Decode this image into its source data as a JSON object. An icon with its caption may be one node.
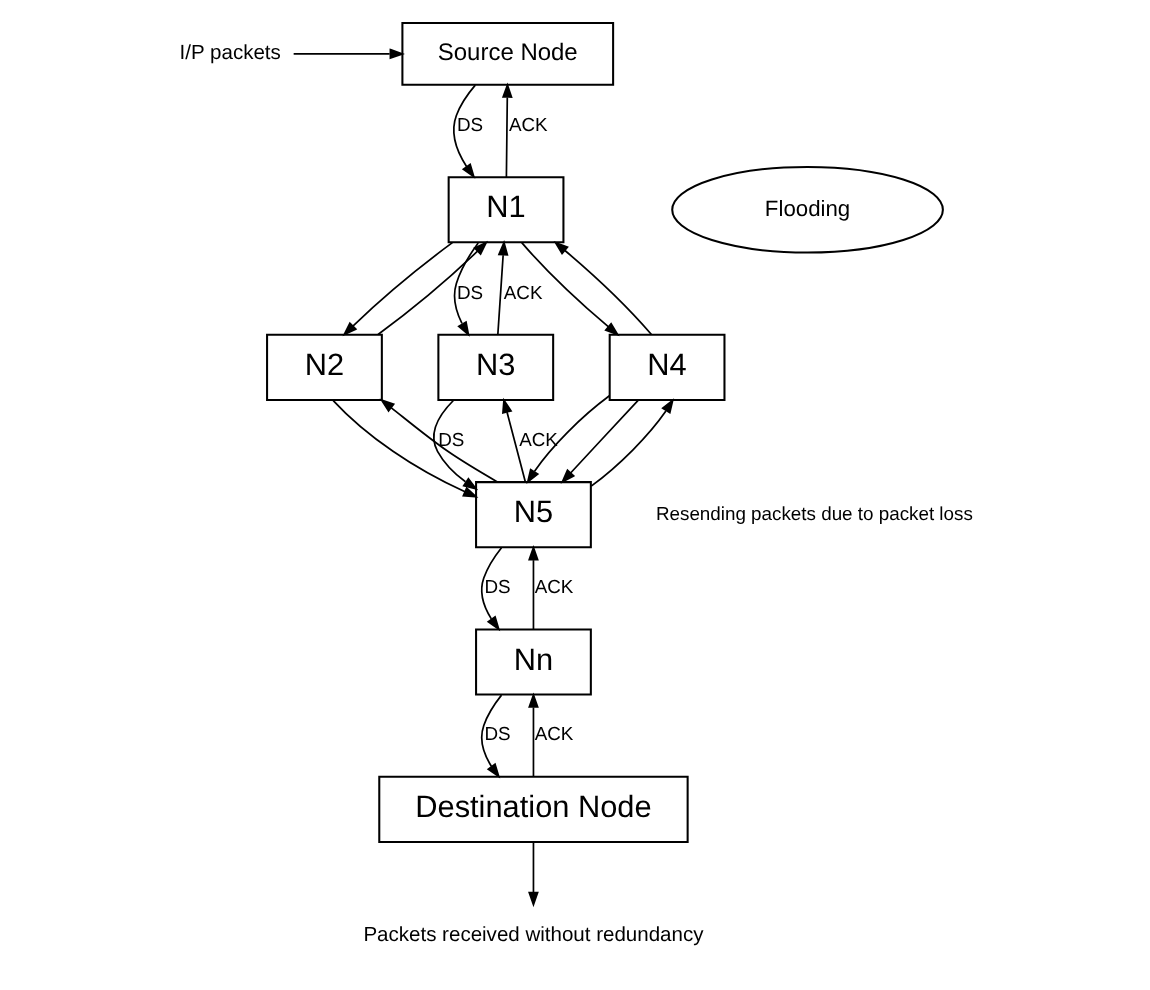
{
  "diagram": {
    "nodes": [
      {
        "text": [
          "I/P packets"
        ]
      },
      {
        "text": [
          "Source Node"
        ]
      },
      {
        "text": [
          "Flooding"
        ]
      },
      {
        "text": [
          "N1"
        ]
      },
      {
        "text": [
          "N2"
        ]
      },
      {
        "text": [
          "N3"
        ]
      },
      {
        "text": [
          "N4"
        ]
      },
      {
        "text": [
          "N5"
        ]
      },
      {
        "text": [
          "Nn"
        ]
      },
      {
        "text": [
          "Destination Node"
        ]
      },
      {
        "text": [
          "Packets received without redundancy"
        ]
      }
    ],
    "edges": [
      {
        "from": 0,
        "to": 1,
        "arrow": "to"
      },
      {
        "from": 1,
        "to": 3,
        "arrow": "to",
        "label": "DS"
      },
      {
        "from": 3,
        "to": 1,
        "arrow": "to",
        "label": "ACK"
      },
      {
        "from": 3,
        "to": 4,
        "arrow": "to"
      },
      {
        "from": 4,
        "to": 3,
        "arrow": "to"
      },
      {
        "from": 3,
        "to": 5,
        "arrow": "to",
        "label": "DS"
      },
      {
        "from": 5,
        "to": 3,
        "arrow": "to",
        "label": "ACK"
      },
      {
        "from": 3,
        "to": 6,
        "arrow": "to"
      },
      {
        "from": 6,
        "to": 3,
        "arrow": "to"
      },
      {
        "from": 4,
        "to": 7,
        "arrow": "to"
      },
      {
        "from": 7,
        "to": 4,
        "arrow": "to"
      },
      {
        "from": 5,
        "to": 7,
        "arrow": "to",
        "label": "DS"
      },
      {
        "from": 7,
        "to": 5,
        "arrow": "to",
        "label": "ACK"
      },
      {
        "from": 6,
        "to": 7,
        "arrow": "to"
      },
      {
        "from": 6,
        "to": 7,
        "arrow": "to"
      },
      {
        "from": 7,
        "to": 6,
        "arrow": "to"
      },
      {
        "from": 7,
        "to": 8,
        "arrow": "to",
        "label": "DS"
      },
      {
        "from": 8,
        "to": 7,
        "arrow": "to",
        "label": "ACK"
      },
      {
        "from": 8,
        "to": 9,
        "arrow": "to",
        "label": "DS"
      },
      {
        "from": 9,
        "to": 8,
        "arrow": "to",
        "label": "ACK"
      },
      {
        "from": 9,
        "to": 10,
        "arrow": "to"
      }
    ],
    "labels": [
      "Resending packets due to packet loss"
    ]
  }
}
